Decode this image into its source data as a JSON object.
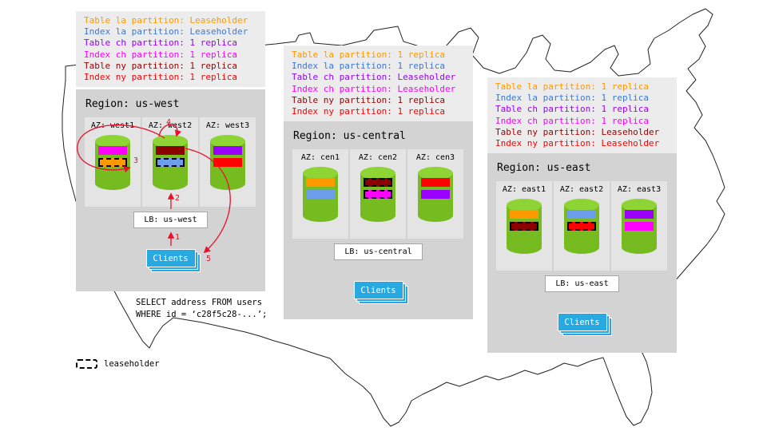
{
  "palette": {
    "cylinder_body": "#76bc21",
    "cylinder_top": "#8ed434",
    "clients_bg": "#29a9e1",
    "flow": "#e8112d"
  },
  "regions": [
    {
      "name": "Region: us-west",
      "info_lines": [
        {
          "text": "Table la partition: Leaseholder",
          "color": "#ff9900"
        },
        {
          "text": "Index la partition: Leaseholder",
          "color": "#3c78d8"
        },
        {
          "text": "Table ch partition: 1 replica",
          "color": "#9900ff"
        },
        {
          "text": "Index ch partition: 1 replica",
          "color": "#ff00ff"
        },
        {
          "text": "Table ny partition: 1 replica",
          "color": "#990000"
        },
        {
          "text": "Index ny partition: 1 replica",
          "color": "#ff0000"
        }
      ],
      "azs": [
        {
          "label": "AZ: west1",
          "bars": [
            {
              "color": "#ff00ff",
              "border": "none"
            },
            {
              "color": "#ff9900",
              "border": "2px dashed #000000"
            }
          ]
        },
        {
          "label": "AZ: west2",
          "bars": [
            {
              "color": "#8b0000",
              "border": "none"
            },
            {
              "color": "#6d9eeb",
              "border": "2px dashed #000000"
            }
          ]
        },
        {
          "label": "AZ: west3",
          "bars": [
            {
              "color": "#9900ff",
              "border": "none"
            },
            {
              "color": "#ff0000",
              "border": "none"
            }
          ]
        }
      ],
      "lb_label": "LB: us-west",
      "clients_label": "Clients"
    },
    {
      "name": "Region: us-central",
      "info_lines": [
        {
          "text": "Table la partition: 1 replica",
          "color": "#ff9900"
        },
        {
          "text": "Index la partition: 1 replica",
          "color": "#3c78d8"
        },
        {
          "text": "Table ch partition: Leaseholder",
          "color": "#9900ff"
        },
        {
          "text": "Index ch partition: Leaseholder",
          "color": "#ff00ff"
        },
        {
          "text": "Table ny partition: 1 replica",
          "color": "#990000"
        },
        {
          "text": "Index ny partition: 1 replica",
          "color": "#ff0000"
        }
      ],
      "azs": [
        {
          "label": "AZ: cen1",
          "bars": [
            {
              "color": "#ff9900",
              "border": "none"
            },
            {
              "color": "#6d9eeb",
              "border": "none"
            }
          ]
        },
        {
          "label": "AZ: cen2",
          "bars": [
            {
              "color": "#8b0000",
              "border": "2px dashed #000000"
            },
            {
              "color": "#ff00ff",
              "border": "2px dashed #000000"
            }
          ]
        },
        {
          "label": "AZ: cen3",
          "bars": [
            {
              "color": "#ff0000",
              "border": "none"
            },
            {
              "color": "#9900ff",
              "border": "none"
            }
          ]
        }
      ],
      "lb_label": "LB: us-central",
      "clients_label": "Clients"
    },
    {
      "name": "Region: us-east",
      "info_lines": [
        {
          "text": "Table la partition: 1 replica",
          "color": "#ff9900"
        },
        {
          "text": "Index la partition: 1 replica",
          "color": "#3c78d8"
        },
        {
          "text": "Table ch partition: 1 replica",
          "color": "#9900ff"
        },
        {
          "text": "Index ch partition: 1 replica",
          "color": "#ff00ff"
        },
        {
          "text": "Table ny partition: Leaseholder",
          "color": "#990000"
        },
        {
          "text": "Index ny partition: Leaseholder",
          "color": "#ff0000"
        }
      ],
      "azs": [
        {
          "label": "AZ: east1",
          "bars": [
            {
              "color": "#ff9900",
              "border": "none"
            },
            {
              "color": "#8b0000",
              "border": "2px dashed #000000"
            }
          ]
        },
        {
          "label": "AZ: east2",
          "bars": [
            {
              "color": "#6d9eeb",
              "border": "none"
            },
            {
              "color": "#ff0000",
              "border": "2px dashed #000000"
            }
          ]
        },
        {
          "label": "AZ: east3",
          "bars": [
            {
              "color": "#9900ff",
              "border": "none"
            },
            {
              "color": "#ff00ff",
              "border": "none"
            }
          ]
        }
      ],
      "lb_label": "LB: us-east",
      "clients_label": "Clients"
    }
  ],
  "query": {
    "line1": "SELECT address FROM users",
    "line2": "WHERE id = ‘c28f5c28-...’;"
  },
  "flow": {
    "steps": [
      "1",
      "2",
      "3",
      "4",
      "5"
    ]
  },
  "legend": {
    "label": "leaseholder"
  }
}
